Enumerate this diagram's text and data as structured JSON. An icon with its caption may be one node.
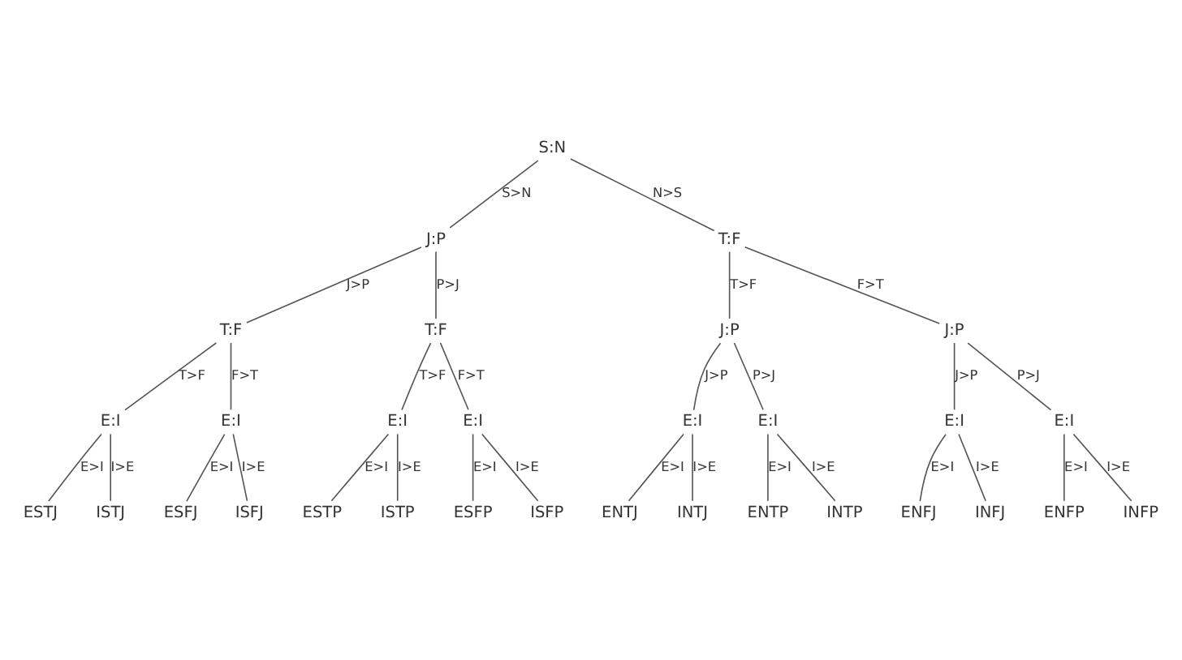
{
  "diagram": {
    "nodes": [
      {
        "text": [
          "S:N"
        ]
      },
      {
        "text": [
          "J:P"
        ]
      },
      {
        "text": [
          "T:F"
        ]
      },
      {
        "text": [
          "T:F"
        ]
      },
      {
        "text": [
          "T:F"
        ]
      },
      {
        "text": [
          "J:P"
        ]
      },
      {
        "text": [
          "J:P"
        ]
      },
      {
        "text": [
          "E:I"
        ]
      },
      {
        "text": [
          "E:I"
        ]
      },
      {
        "text": [
          "E:I"
        ]
      },
      {
        "text": [
          "E:I"
        ]
      },
      {
        "text": [
          "E:I"
        ]
      },
      {
        "text": [
          "E:I"
        ]
      },
      {
        "text": [
          "E:I"
        ]
      },
      {
        "text": [
          "E:I"
        ]
      },
      {
        "text": [
          "ESTJ"
        ]
      },
      {
        "text": [
          "ISTJ"
        ]
      },
      {
        "text": [
          "ESFJ"
        ]
      },
      {
        "text": [
          "ISFJ"
        ]
      },
      {
        "text": [
          "ESTP"
        ]
      },
      {
        "text": [
          "ISTP"
        ]
      },
      {
        "text": [
          "ESFP"
        ]
      },
      {
        "text": [
          "ISFP"
        ]
      },
      {
        "text": [
          "ENTJ"
        ]
      },
      {
        "text": [
          "INTJ"
        ]
      },
      {
        "text": [
          "ENTP"
        ]
      },
      {
        "text": [
          "INTP"
        ]
      },
      {
        "text": [
          "ENFJ"
        ]
      },
      {
        "text": [
          "INFJ"
        ]
      },
      {
        "text": [
          "ENFP"
        ]
      },
      {
        "text": [
          "INFP"
        ]
      }
    ],
    "edges": [
      {
        "from": 0,
        "to": 1,
        "arrow": "none",
        "label": "S>N"
      },
      {
        "from": 0,
        "to": 2,
        "arrow": "none",
        "label": "N>S"
      },
      {
        "from": 1,
        "to": 3,
        "arrow": "none",
        "label": "J>P"
      },
      {
        "from": 1,
        "to": 4,
        "arrow": "none",
        "label": "P>J"
      },
      {
        "from": 2,
        "to": 5,
        "arrow": "none",
        "label": "T>F"
      },
      {
        "from": 2,
        "to": 6,
        "arrow": "none",
        "label": "F>T"
      },
      {
        "from": 3,
        "to": 7,
        "arrow": "none",
        "label": "T>F"
      },
      {
        "from": 3,
        "to": 8,
        "arrow": "none",
        "label": "F>T"
      },
      {
        "from": 4,
        "to": 9,
        "arrow": "none",
        "label": "T>F"
      },
      {
        "from": 4,
        "to": 10,
        "arrow": "none",
        "label": "F>T"
      },
      {
        "from": 5,
        "to": 11,
        "arrow": "none",
        "label": "J>P"
      },
      {
        "from": 5,
        "to": 12,
        "arrow": "none",
        "label": "P>J"
      },
      {
        "from": 6,
        "to": 13,
        "arrow": "none",
        "label": "J>P"
      },
      {
        "from": 6,
        "to": 14,
        "arrow": "none",
        "label": "P>J"
      },
      {
        "from": 7,
        "to": 15,
        "arrow": "none",
        "label": "E>I"
      },
      {
        "from": 7,
        "to": 16,
        "arrow": "none",
        "label": "I>E"
      },
      {
        "from": 8,
        "to": 17,
        "arrow": "none",
        "label": "E>I"
      },
      {
        "from": 8,
        "to": 18,
        "arrow": "none",
        "label": "I>E"
      },
      {
        "from": 9,
        "to": 19,
        "arrow": "none",
        "label": "E>I"
      },
      {
        "from": 9,
        "to": 20,
        "arrow": "none",
        "label": "I>E"
      },
      {
        "from": 10,
        "to": 21,
        "arrow": "none",
        "label": "E>I"
      },
      {
        "from": 10,
        "to": 22,
        "arrow": "none",
        "label": "I>E"
      },
      {
        "from": 11,
        "to": 23,
        "arrow": "none",
        "label": "E>I"
      },
      {
        "from": 11,
        "to": 24,
        "arrow": "none",
        "label": "I>E"
      },
      {
        "from": 12,
        "to": 25,
        "arrow": "none",
        "label": "E>I"
      },
      {
        "from": 12,
        "to": 26,
        "arrow": "none",
        "label": "I>E"
      },
      {
        "from": 13,
        "to": 27,
        "arrow": "none",
        "label": "E>I"
      },
      {
        "from": 13,
        "to": 28,
        "arrow": "none",
        "label": "I>E"
      },
      {
        "from": 14,
        "to": 29,
        "arrow": "none",
        "label": "E>I"
      },
      {
        "from": 14,
        "to": 30,
        "arrow": "none",
        "label": "I>E"
      }
    ]
  }
}
